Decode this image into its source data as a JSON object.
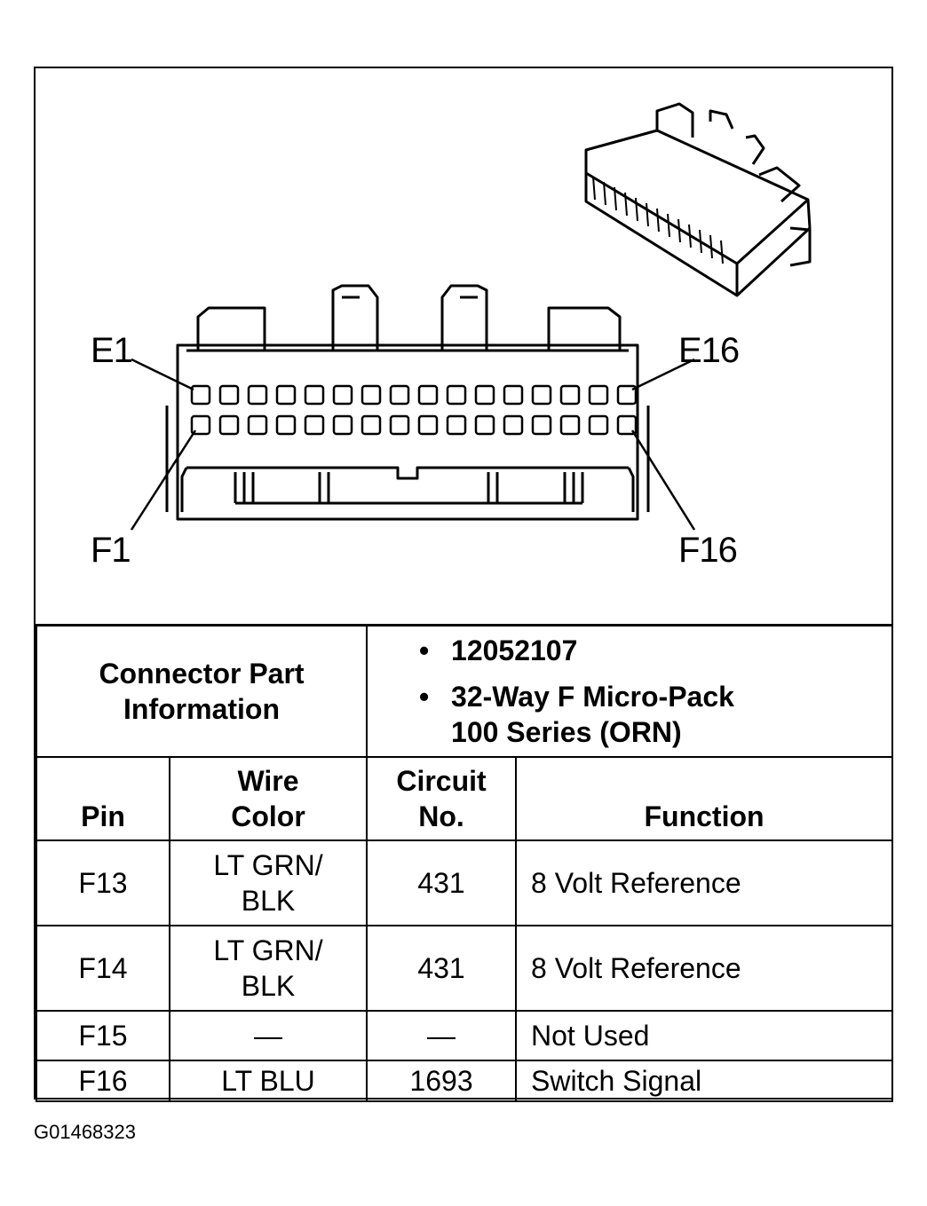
{
  "diagram": {
    "labels": {
      "e1": "E1",
      "e16": "E16",
      "f1": "F1",
      "f16": "F16"
    }
  },
  "connector_info": {
    "label_line1": "Connector Part",
    "label_line2": "Information",
    "part_number": "12052107",
    "description_line1": "32-Way F Micro-Pack",
    "description_line2": "100 Series (ORN)"
  },
  "table": {
    "headers": {
      "pin": "Pin",
      "wire_color_line1": "Wire",
      "wire_color_line2": "Color",
      "circuit_line1": "Circuit",
      "circuit_line2": "No.",
      "function": "Function"
    },
    "rows": [
      {
        "pin": "F13",
        "wire_line1": "LT GRN/",
        "wire_line2": "BLK",
        "circuit": "431",
        "function": "8 Volt Reference"
      },
      {
        "pin": "F14",
        "wire_line1": "LT GRN/",
        "wire_line2": "BLK",
        "circuit": "431",
        "function": "8 Volt Reference"
      },
      {
        "pin": "F15",
        "wire_line1": "—",
        "wire_line2": "",
        "circuit": "—",
        "function": "Not Used"
      },
      {
        "pin": "F16",
        "wire_line1": "LT BLU",
        "wire_line2": "",
        "circuit": "1693",
        "function": "Switch Signal"
      }
    ]
  },
  "figure_id": "G01468323"
}
